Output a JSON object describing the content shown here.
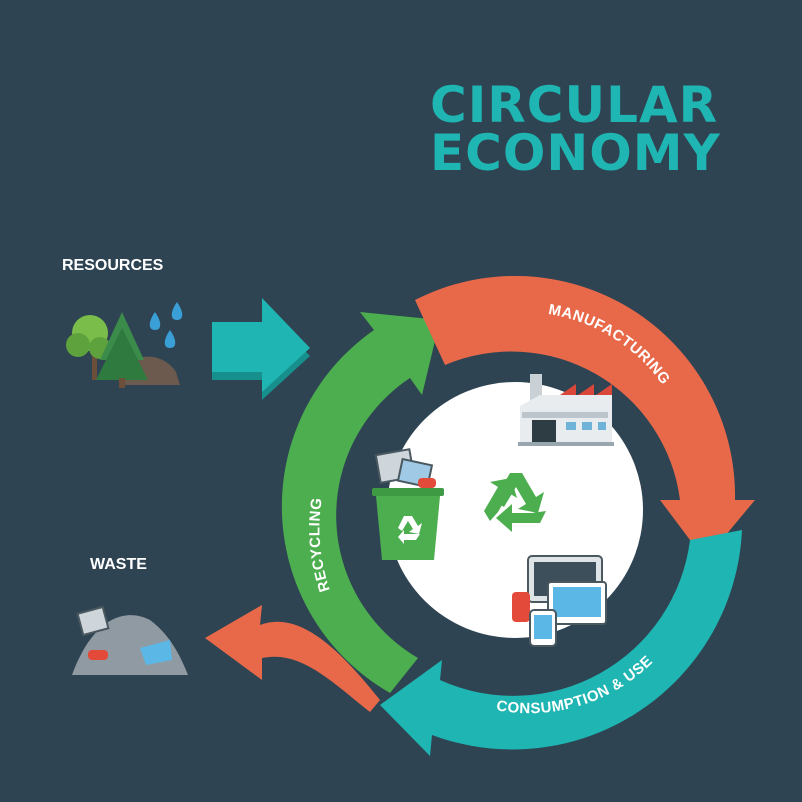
{
  "title": {
    "line1": "CIRCULAR",
    "line2": "ECONOMY"
  },
  "labels": {
    "resources": "RESOURCES",
    "waste": "WASTE"
  },
  "cycle": {
    "manufacturing": "MANUFACTURING",
    "consumption": "CONSUMPTION & USE",
    "recycling": "RECYCLING"
  },
  "colors": {
    "background": "#2e4452",
    "title": "#1fb5b2",
    "manufacturing": "#e8694a",
    "consumption": "#1fb5b2",
    "recycling": "#4cae4f",
    "center": "#ffffff"
  },
  "icons": [
    "trees-icon",
    "water-drops-icon",
    "factory-icon",
    "recycle-symbol-icon",
    "recycling-bin-icon",
    "devices-icon",
    "garbage-pile-icon"
  ]
}
